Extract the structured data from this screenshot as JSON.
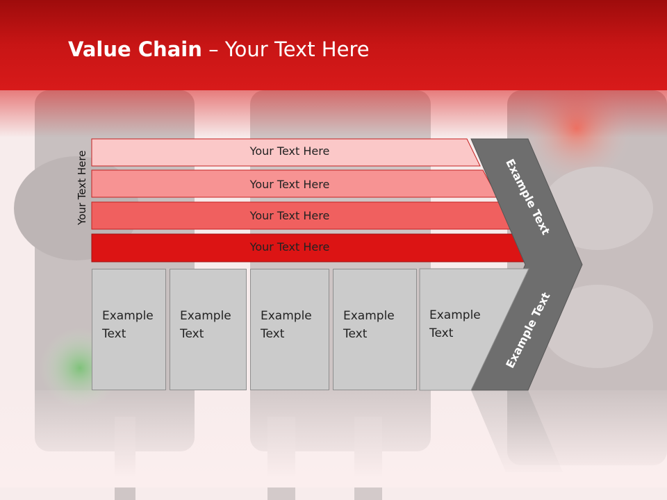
{
  "title": {
    "bold": "Value Chain",
    "rest": " – Your Text Here"
  },
  "side_label": "Your Text Here",
  "bars": [
    {
      "label": "Your Text Here",
      "color": "#fbc8c8"
    },
    {
      "label": "Your Text Here",
      "color": "#f79393"
    },
    {
      "label": "Your Text Here",
      "color": "#f0605f"
    },
    {
      "label": "Your Text Here",
      "color": "#dc1414"
    }
  ],
  "chevron": {
    "upper_text": "Example Text",
    "lower_text": "Example Text",
    "color": "#6e6e6e"
  },
  "columns": [
    {
      "line1": "Example",
      "line2": "Text"
    },
    {
      "line1": "Example",
      "line2": "Text"
    },
    {
      "line1": "Example",
      "line2": "Text"
    },
    {
      "line1": "Example",
      "line2": "Text"
    },
    {
      "line1": "Example",
      "line2": "Text"
    }
  ],
  "colors": {
    "header": "#c81515",
    "column_fill": "#cbcbcb"
  }
}
